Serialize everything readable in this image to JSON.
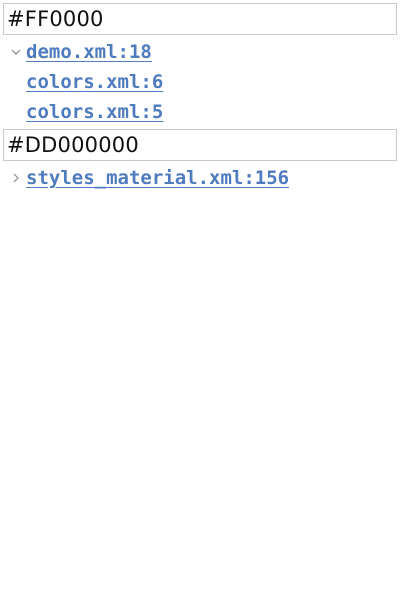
{
  "entries": [
    {
      "value": "#FF0000",
      "expanded": true,
      "refs": [
        "demo.xml:18",
        "colors.xml:6",
        "colors.xml:5"
      ]
    },
    {
      "value": "#DD000000",
      "expanded": false,
      "refs": [
        "styles_material.xml:156"
      ]
    }
  ],
  "icons": {
    "expanded": "chevron-down-icon",
    "collapsed": "chevron-right-icon"
  },
  "colors": {
    "link": "#4F7BBF",
    "border": "#C8C8C8",
    "chevron": "#8A8A8A"
  }
}
